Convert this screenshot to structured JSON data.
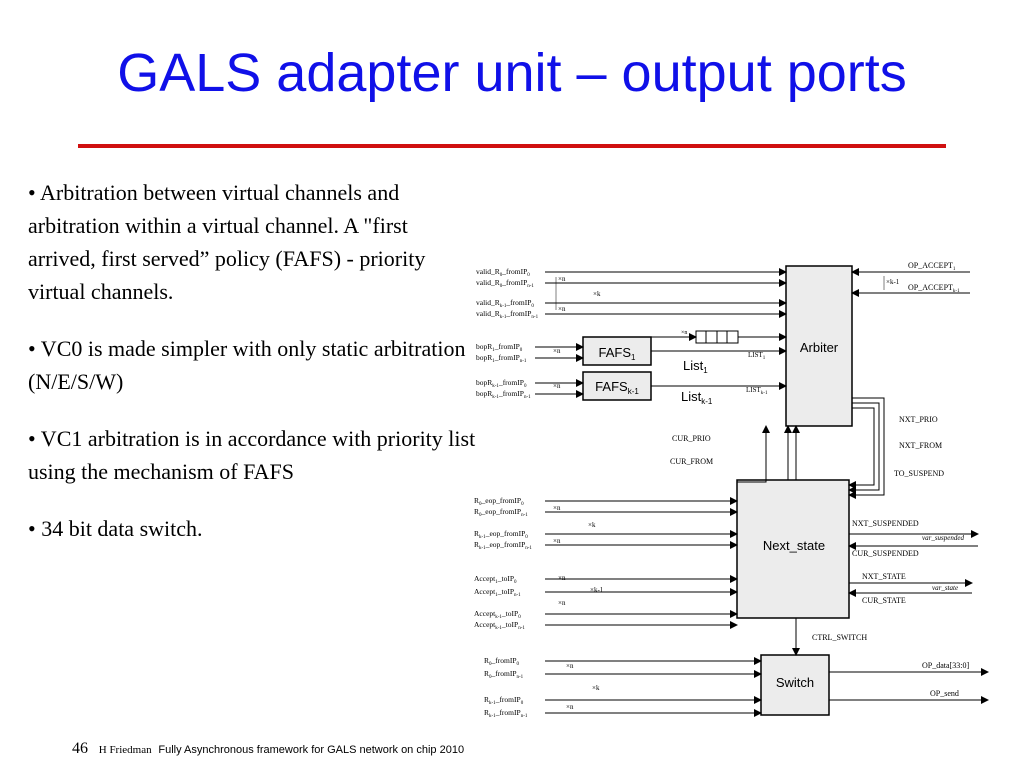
{
  "slide": {
    "title": "GALS adapter unit – output ports",
    "bullets": [
      "• Arbitration between virtual channels and arbitration within a virtual channel. A \"first arrived, first served” policy (FAFS) -  priority virtual channels.",
      "• VC0 is made simpler with only static arbitration (N/E/S/W)",
      "• VC1 arbitration is in accordance with priority list using the mechanism of FAFS",
      "• 34 bit data switch."
    ],
    "page_number": "46",
    "author": "H Friedman",
    "reference": "Fully Asynchronous framework for GALS network on chip 2010"
  },
  "diagram": {
    "blocks": {
      "arbiter": "Arbiter",
      "next_state": "Next_state",
      "switch": "Switch",
      "fafs_1": "FAFS",
      "fafs_1_sub": "1",
      "fafs_k": "FAFS",
      "fafs_k_sub": "k-1",
      "list_1": "List",
      "list_1_sub": "1",
      "list_k": "List",
      "list_k_sub": "k-1"
    },
    "inputs_arbiter": [
      {
        "main": "valid_R",
        "sub": "0",
        "tail": "_fromIP",
        "tsub": "0"
      },
      {
        "main": "valid_R",
        "sub": "0",
        "tail": "_fromIP",
        "tsub": "n-1"
      },
      {
        "main": "valid_R",
        "sub": "k-1",
        "tail": "_fromIP",
        "tsub": "0"
      },
      {
        "main": "valid_R",
        "sub": "k-1",
        "tail": "_fromIP",
        "tsub": "n-1"
      }
    ],
    "inputs_fafs": [
      {
        "main": "bopR",
        "sub": "1",
        "tail": "_fromIP",
        "tsub": "0"
      },
      {
        "main": "bopR",
        "sub": "1",
        "tail": "_fromIP",
        "tsub": "n-1"
      },
      {
        "main": "bopR",
        "sub": "k-1",
        "tail": "_fromIP",
        "tsub": "0"
      },
      {
        "main": "bopR",
        "sub": "k-1",
        "tail": "_fromIP",
        "tsub": "n-1"
      }
    ],
    "inputs_next_state": [
      {
        "main": "R",
        "sub": "0",
        "tail": "_eop_fromIP",
        "tsub": "0"
      },
      {
        "main": "R",
        "sub": "0",
        "tail": "_eop_fromIP",
        "tsub": "n-1"
      },
      {
        "main": "R",
        "sub": "k-1",
        "tail": "_eop_fromIP",
        "tsub": "0"
      },
      {
        "main": "R",
        "sub": "k-1",
        "tail": "_eop_fromIP",
        "tsub": "n-1"
      },
      {
        "main": "Accept",
        "sub": "1",
        "tail": "_toIP",
        "tsub": "0"
      },
      {
        "main": "Accept",
        "sub": "1",
        "tail": "_toIP",
        "tsub": "n-1"
      },
      {
        "main": "Accept",
        "sub": "k-1",
        "tail": "_toIP",
        "tsub": "0"
      },
      {
        "main": "Accept",
        "sub": "k-1",
        "tail": "_toIP",
        "tsub": "n-1"
      }
    ],
    "inputs_switch": [
      {
        "main": "R",
        "sub": "0",
        "tail": "_fromIP",
        "tsub": "0"
      },
      {
        "main": "R",
        "sub": "0",
        "tail": "_fromIP",
        "tsub": "n-1"
      },
      {
        "main": "R",
        "sub": "k-1",
        "tail": "_fromIP",
        "tsub": "0"
      },
      {
        "main": "R",
        "sub": "k-1",
        "tail": "_fromIP",
        "tsub": "n-1"
      }
    ],
    "bus_labels": {
      "xn": "×n",
      "xk": "×k",
      "xk1": "×k-1"
    },
    "signals": {
      "list_1": "LIST",
      "list_1_sub": "1",
      "list_k": "LIST",
      "list_k_sub": "k-1",
      "op_accept_1": "OP_ACCEPT",
      "op_accept_1_sub": "1",
      "op_accept_k": "OP_ACCEPT",
      "op_accept_k_sub": "k-1",
      "cur_prio": "CUR_PRIO",
      "cur_from": "CUR_FROM",
      "nxt_prio": "NXT_PRIO",
      "nxt_from": "NXT_FROM",
      "to_suspend": "TO_SUSPEND",
      "nxt_suspended": "NXT_SUSPENDED",
      "cur_suspended": "CUR_SUSPENDED",
      "var_suspended": "var_suspended",
      "nxt_state": "NXT_STATE",
      "cur_state": "CUR_STATE",
      "var_state": "var_state",
      "ctrl_switch": "CTRL_SWITCH",
      "op_data": "OP_data[33:0]",
      "op_send": "OP_send"
    }
  },
  "colors": {
    "title": "#1010e8",
    "rule": "#d01010",
    "block_fill": "#ececec",
    "stroke": "#000000"
  }
}
